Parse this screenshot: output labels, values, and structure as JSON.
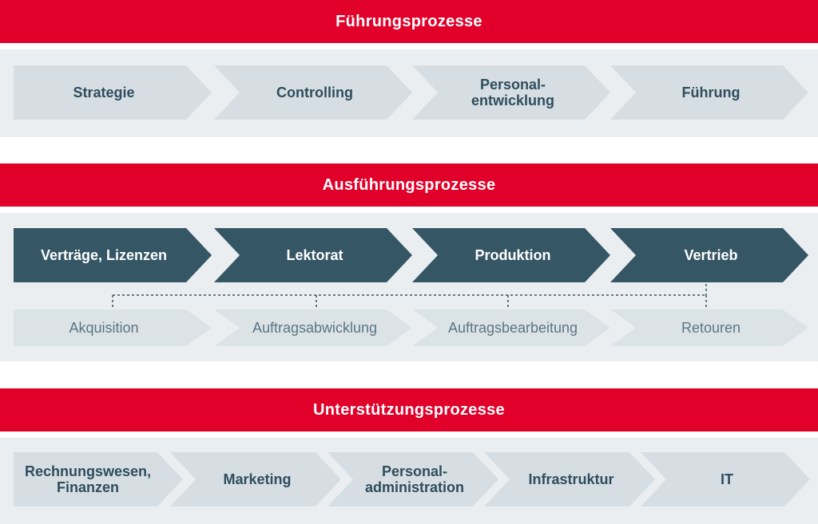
{
  "sections": {
    "fuehrung": {
      "title": "Führungsprozesse",
      "items": [
        "Strategie",
        "Controlling",
        "Personal-\nentwicklung",
        "Führung"
      ]
    },
    "ausfuehrung": {
      "title": "Ausführungsprozesse",
      "main_items": [
        "Verträge, Lizenzen",
        "Lektorat",
        "Produktion",
        "Vertrieb"
      ],
      "sub_items": [
        "Akquisition",
        "Auftragsabwicklung",
        "Auftragsbearbeitung",
        "Retouren"
      ]
    },
    "unterstuetzung": {
      "title": "Unterstützungsprozesse",
      "items": [
        "Rechnungswesen,\nFinanzen",
        "Marketing",
        "Personal-\nadministration",
        "Infrastruktur",
        "IT"
      ]
    }
  },
  "colors": {
    "band_red": "#e0002a",
    "panel_grey": "#ebeef0",
    "chevron_light": "#d6dee3",
    "chevron_dark": "#355664",
    "text_dark": "#2f4d5c",
    "connector": "#355664"
  }
}
